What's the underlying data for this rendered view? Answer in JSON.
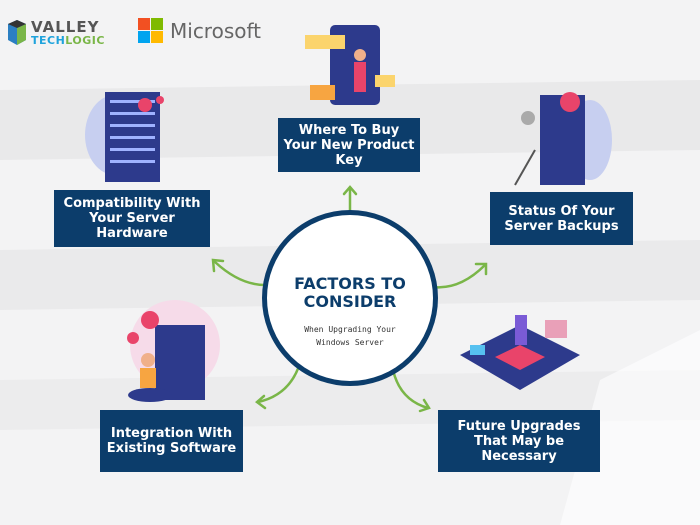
{
  "logos": {
    "valley_line1": "VALLEY",
    "valley_line2a": "TECH",
    "valley_line2b": "LOGIC",
    "microsoft": "Microsoft"
  },
  "center": {
    "title_line1": "FACTORS TO",
    "title_line2": "CONSIDER",
    "subtitle_line1": "When Upgrading Your",
    "subtitle_line2": "Windows Server"
  },
  "factors": [
    {
      "label": "Where To Buy Your New Product Key"
    },
    {
      "label": "Compatibility With Your Server Hardware"
    },
    {
      "label": "Status Of Your Server Backups"
    },
    {
      "label": "Integration With Existing Software"
    },
    {
      "label": "Future Upgrades That May be Necessary"
    }
  ],
  "colors": {
    "navy": "#0c3d6b",
    "green": "#7ab648"
  }
}
